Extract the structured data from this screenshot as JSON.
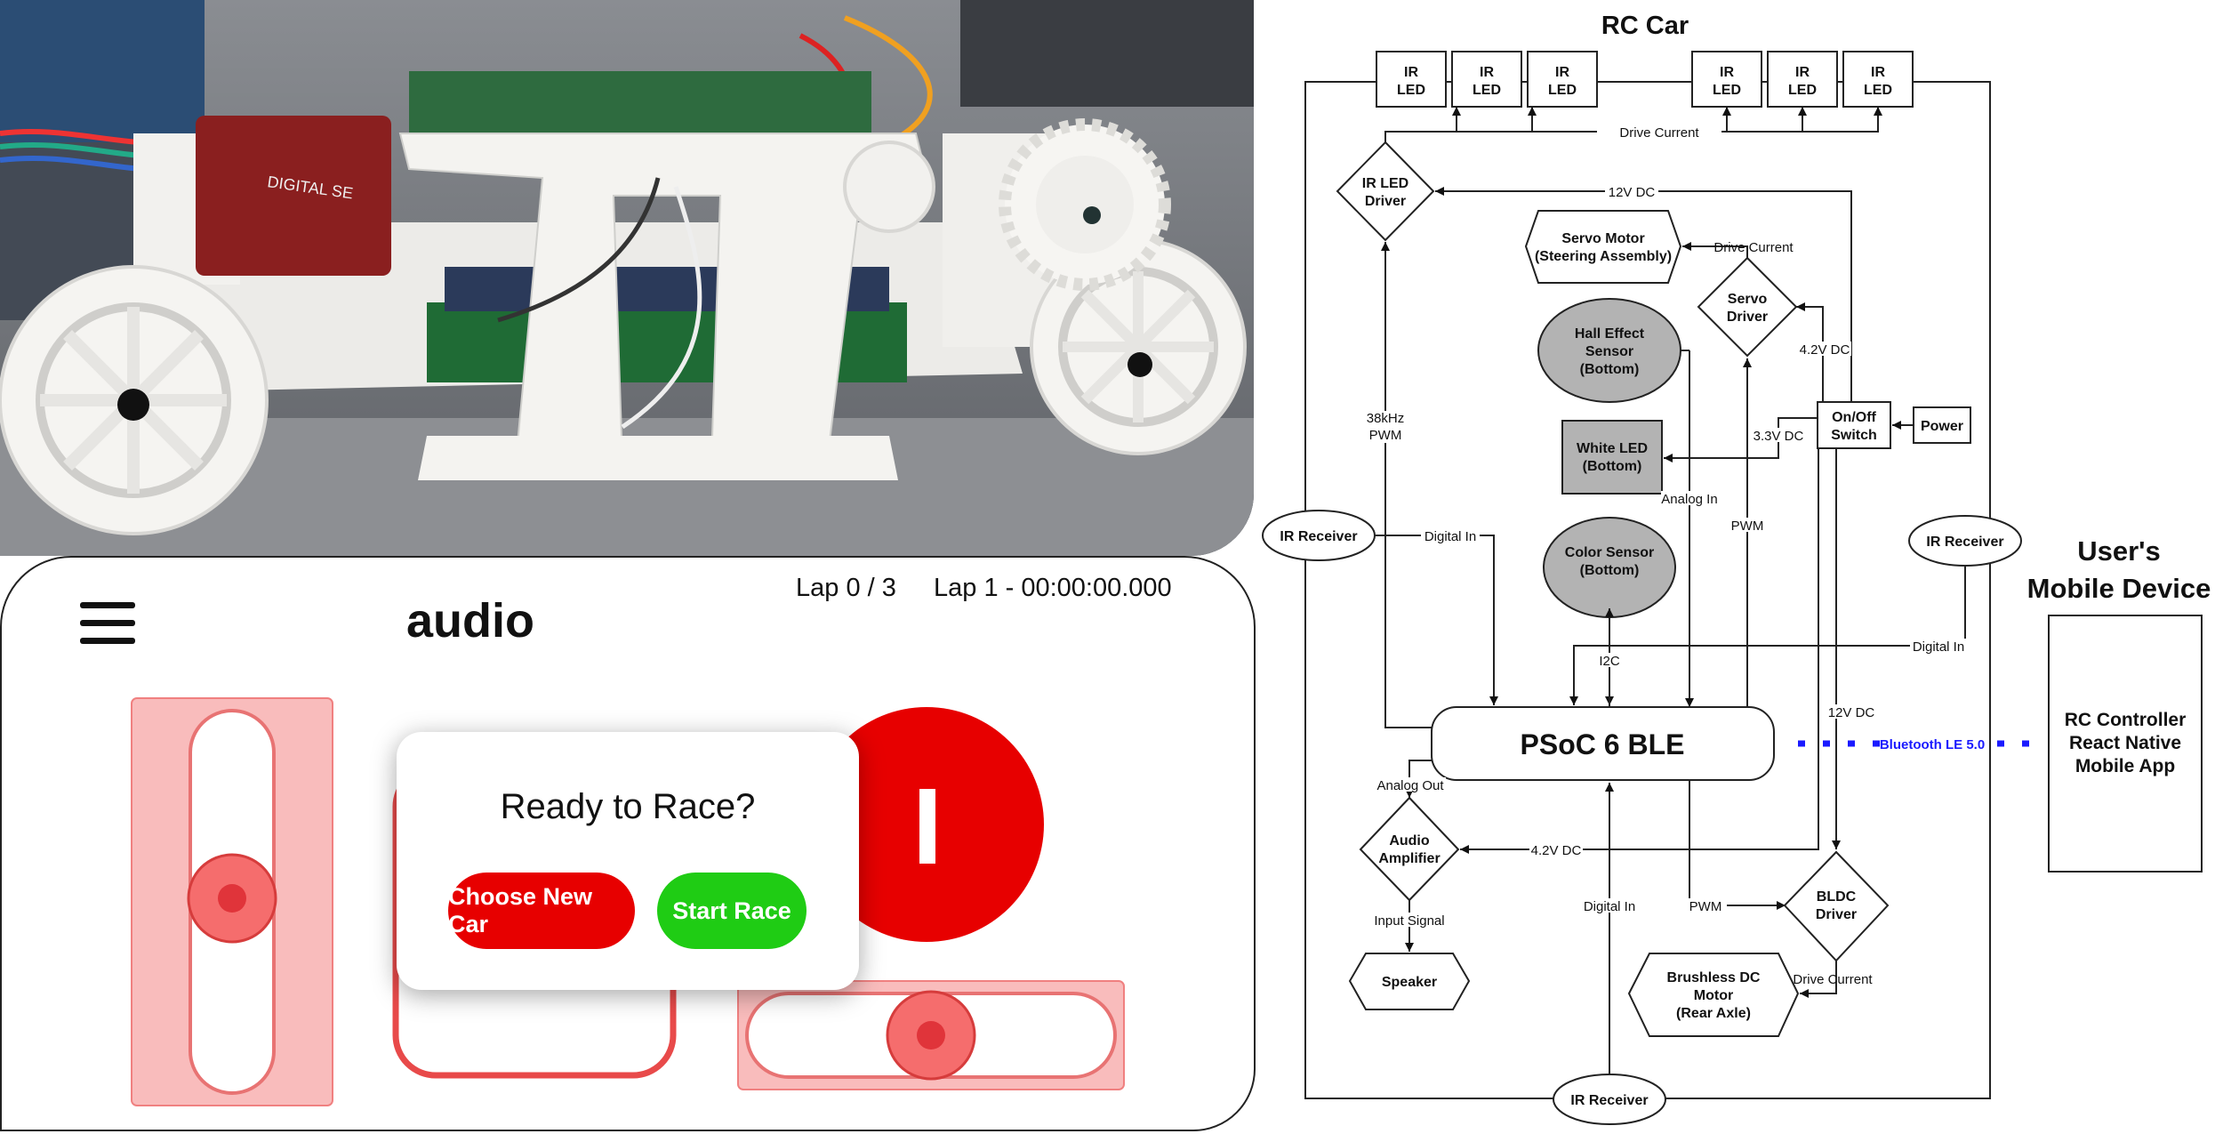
{
  "photo": {
    "servo_label": "DIGITAL SE"
  },
  "app": {
    "title": "audio",
    "lap_count": "Lap 0 / 3",
    "lap_time": "Lap 1 - 00:00:00.000",
    "modal_title": "Ready to Race?",
    "choose_button": "Choose New Car",
    "start_button": "Start Race",
    "accent_red": "#e70000",
    "accent_green": "#1fcc14"
  },
  "diagram": {
    "title": "RC Car",
    "ir_led": [
      "IR",
      "LED"
    ],
    "drive_current": "Drive Current",
    "ir_led_driver": [
      "IR LED",
      "Driver"
    ],
    "v12dc": "12V DC",
    "servo_motor": [
      "Servo Motor",
      "(Steering Assembly)"
    ],
    "servo_driver": [
      "Servo",
      "Driver"
    ],
    "v42dc": "4.2V DC",
    "hall_sensor": [
      "Hall Effect",
      "Sensor",
      "(Bottom)"
    ],
    "white_led": [
      "White LED",
      "(Bottom)"
    ],
    "v33dc": "3.3V DC",
    "switch": [
      "On/Off",
      "Switch"
    ],
    "power": "Power",
    "pwm38": [
      "38kHz",
      "PWM"
    ],
    "analog_in": "Analog In",
    "ir_receiver": "IR Receiver",
    "digital_in": "Digital In",
    "color_sensor": [
      "Color Sensor",
      "(Bottom)"
    ],
    "pwm": "PWM",
    "i2c": "I2C",
    "psoc": "PSoC 6 BLE",
    "ble": "Bluetooth LE 5.0",
    "analog_out": "Analog Out",
    "audio_amp": [
      "Audio",
      "Amplifier"
    ],
    "input_signal": "Input Signal",
    "speaker": "Speaker",
    "bldc_driver": [
      "BLDC",
      "Driver"
    ],
    "bldc_motor": [
      "Brushless DC",
      "Motor",
      "(Rear Axle)"
    ],
    "mobile_title": [
      "User's",
      "Mobile Device"
    ],
    "mobile_app": [
      "RC Controller",
      "React Native",
      "Mobile App"
    ],
    "ble_color": "#1a1aff"
  }
}
